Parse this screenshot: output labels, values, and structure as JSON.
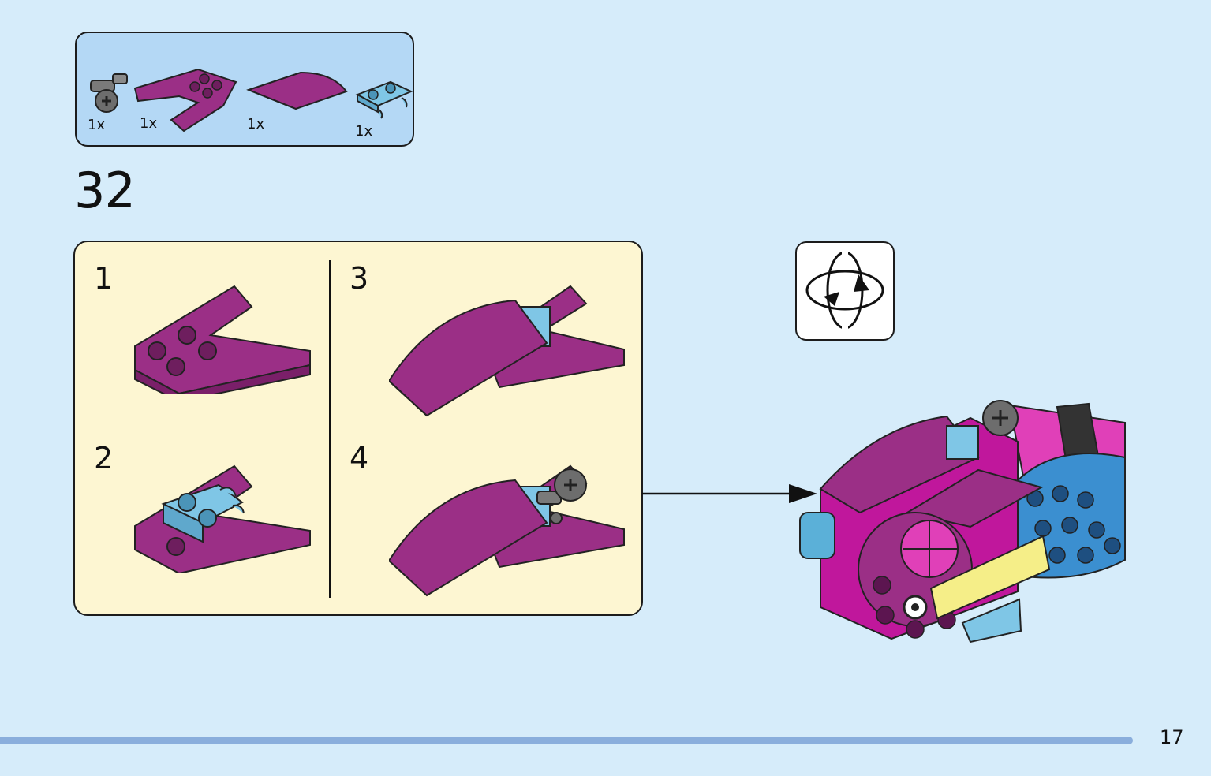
{
  "parts_list": {
    "items": [
      {
        "name": "axle-connector",
        "qty": "1x"
      },
      {
        "name": "wedge-plate",
        "qty": "1x"
      },
      {
        "name": "curved-slope",
        "qty": "1x"
      },
      {
        "name": "clip-plate",
        "qty": "1x"
      }
    ]
  },
  "step": {
    "number": "32",
    "substeps": [
      "1",
      "2",
      "3",
      "4"
    ]
  },
  "rotate_icon": "rotate-model-icon",
  "page": {
    "number": "17"
  },
  "colors": {
    "background": "#d6ecfa",
    "parts_box": "#b4d8f5",
    "substeps_box": "#fdf6d2",
    "magenta_brick": "#9b2f86",
    "light_blue_brick": "#7fc6e6",
    "footer_bar": "#8aaedc"
  }
}
